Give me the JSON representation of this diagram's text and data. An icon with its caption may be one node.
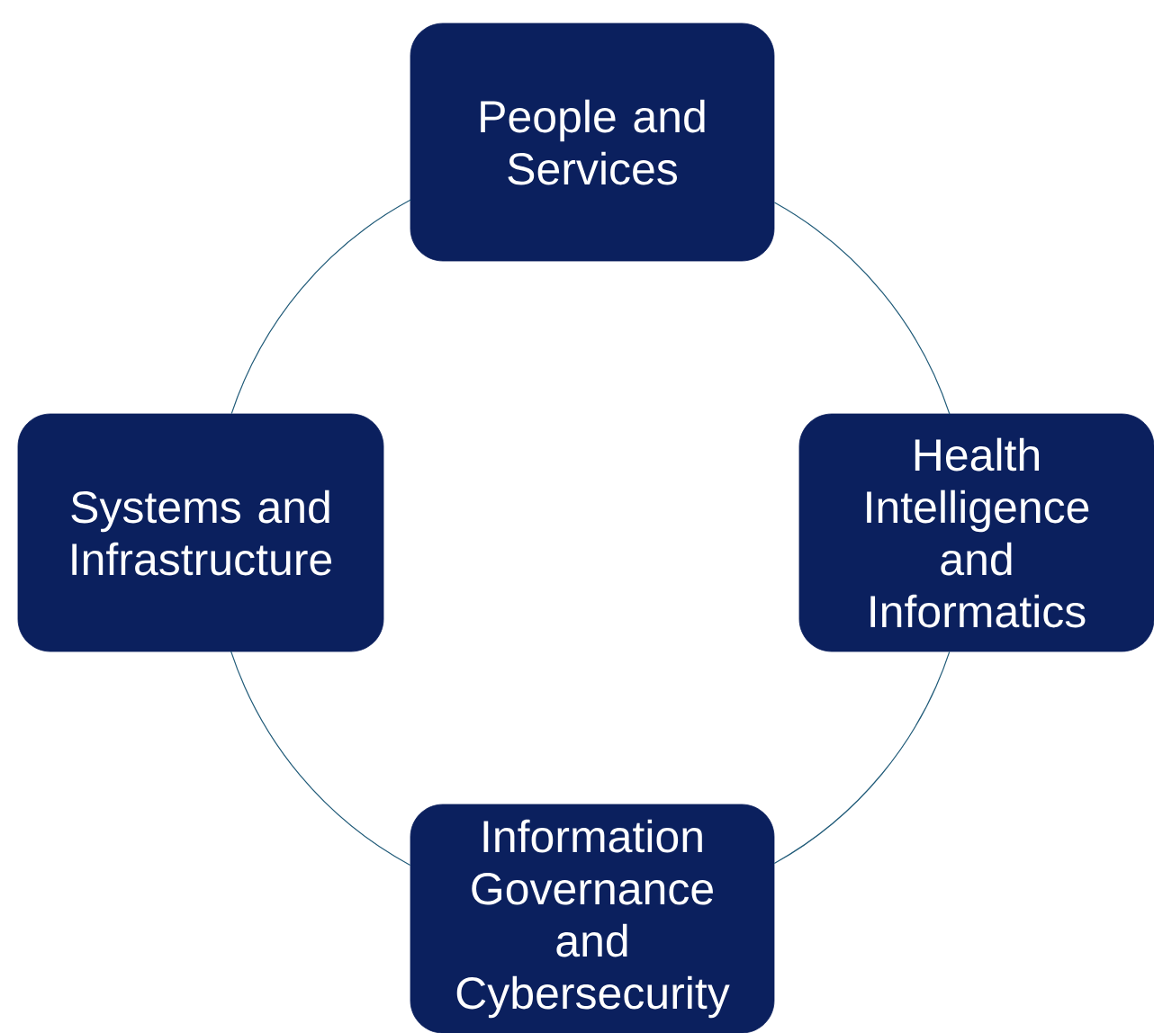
{
  "diagram": {
    "nodes": [
      {
        "text": [
          "People and Services"
        ]
      },
      {
        "text": [
          "Systems and Infrastructure"
        ]
      },
      {
        "text": [
          "Health Intelligence and Informatics"
        ]
      },
      {
        "text": [
          "Information Governance and Cybersecurity"
        ]
      }
    ],
    "edges": [
      {
        "from": 0,
        "to": 2,
        "arrow": "none"
      },
      {
        "from": 2,
        "to": 3,
        "arrow": "none"
      },
      {
        "from": 3,
        "to": 1,
        "arrow": "none"
      },
      {
        "from": 1,
        "to": 0,
        "arrow": "none"
      }
    ]
  }
}
